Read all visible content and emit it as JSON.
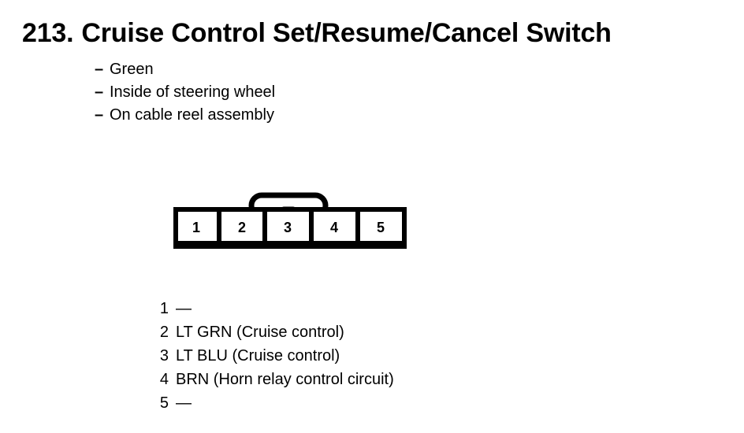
{
  "title": {
    "number": "213.",
    "name": "Cruise Control Set/Resume/Cancel Switch"
  },
  "attributes": [
    {
      "dash": "–",
      "text": "Green"
    },
    {
      "dash": "–",
      "text": "Inside of steering wheel"
    },
    {
      "dash": "–",
      "text": "On cable reel assembly"
    }
  ],
  "connector": {
    "cavity_count": 5,
    "cavities": [
      {
        "number": "1"
      },
      {
        "number": "2"
      },
      {
        "number": "3"
      },
      {
        "number": "4"
      },
      {
        "number": "5"
      }
    ],
    "locking_tab": "locking-tab",
    "line_color": "#000000",
    "fill_color": "#ffffff"
  },
  "pin_legend": [
    {
      "pin": "1",
      "description": "—"
    },
    {
      "pin": "2",
      "description": "LT GRN (Cruise control)"
    },
    {
      "pin": "3",
      "description": "LT BLU (Cruise control)"
    },
    {
      "pin": "4",
      "description": "BRN (Horn relay control circuit)"
    },
    {
      "pin": "5",
      "description": "—"
    }
  ]
}
